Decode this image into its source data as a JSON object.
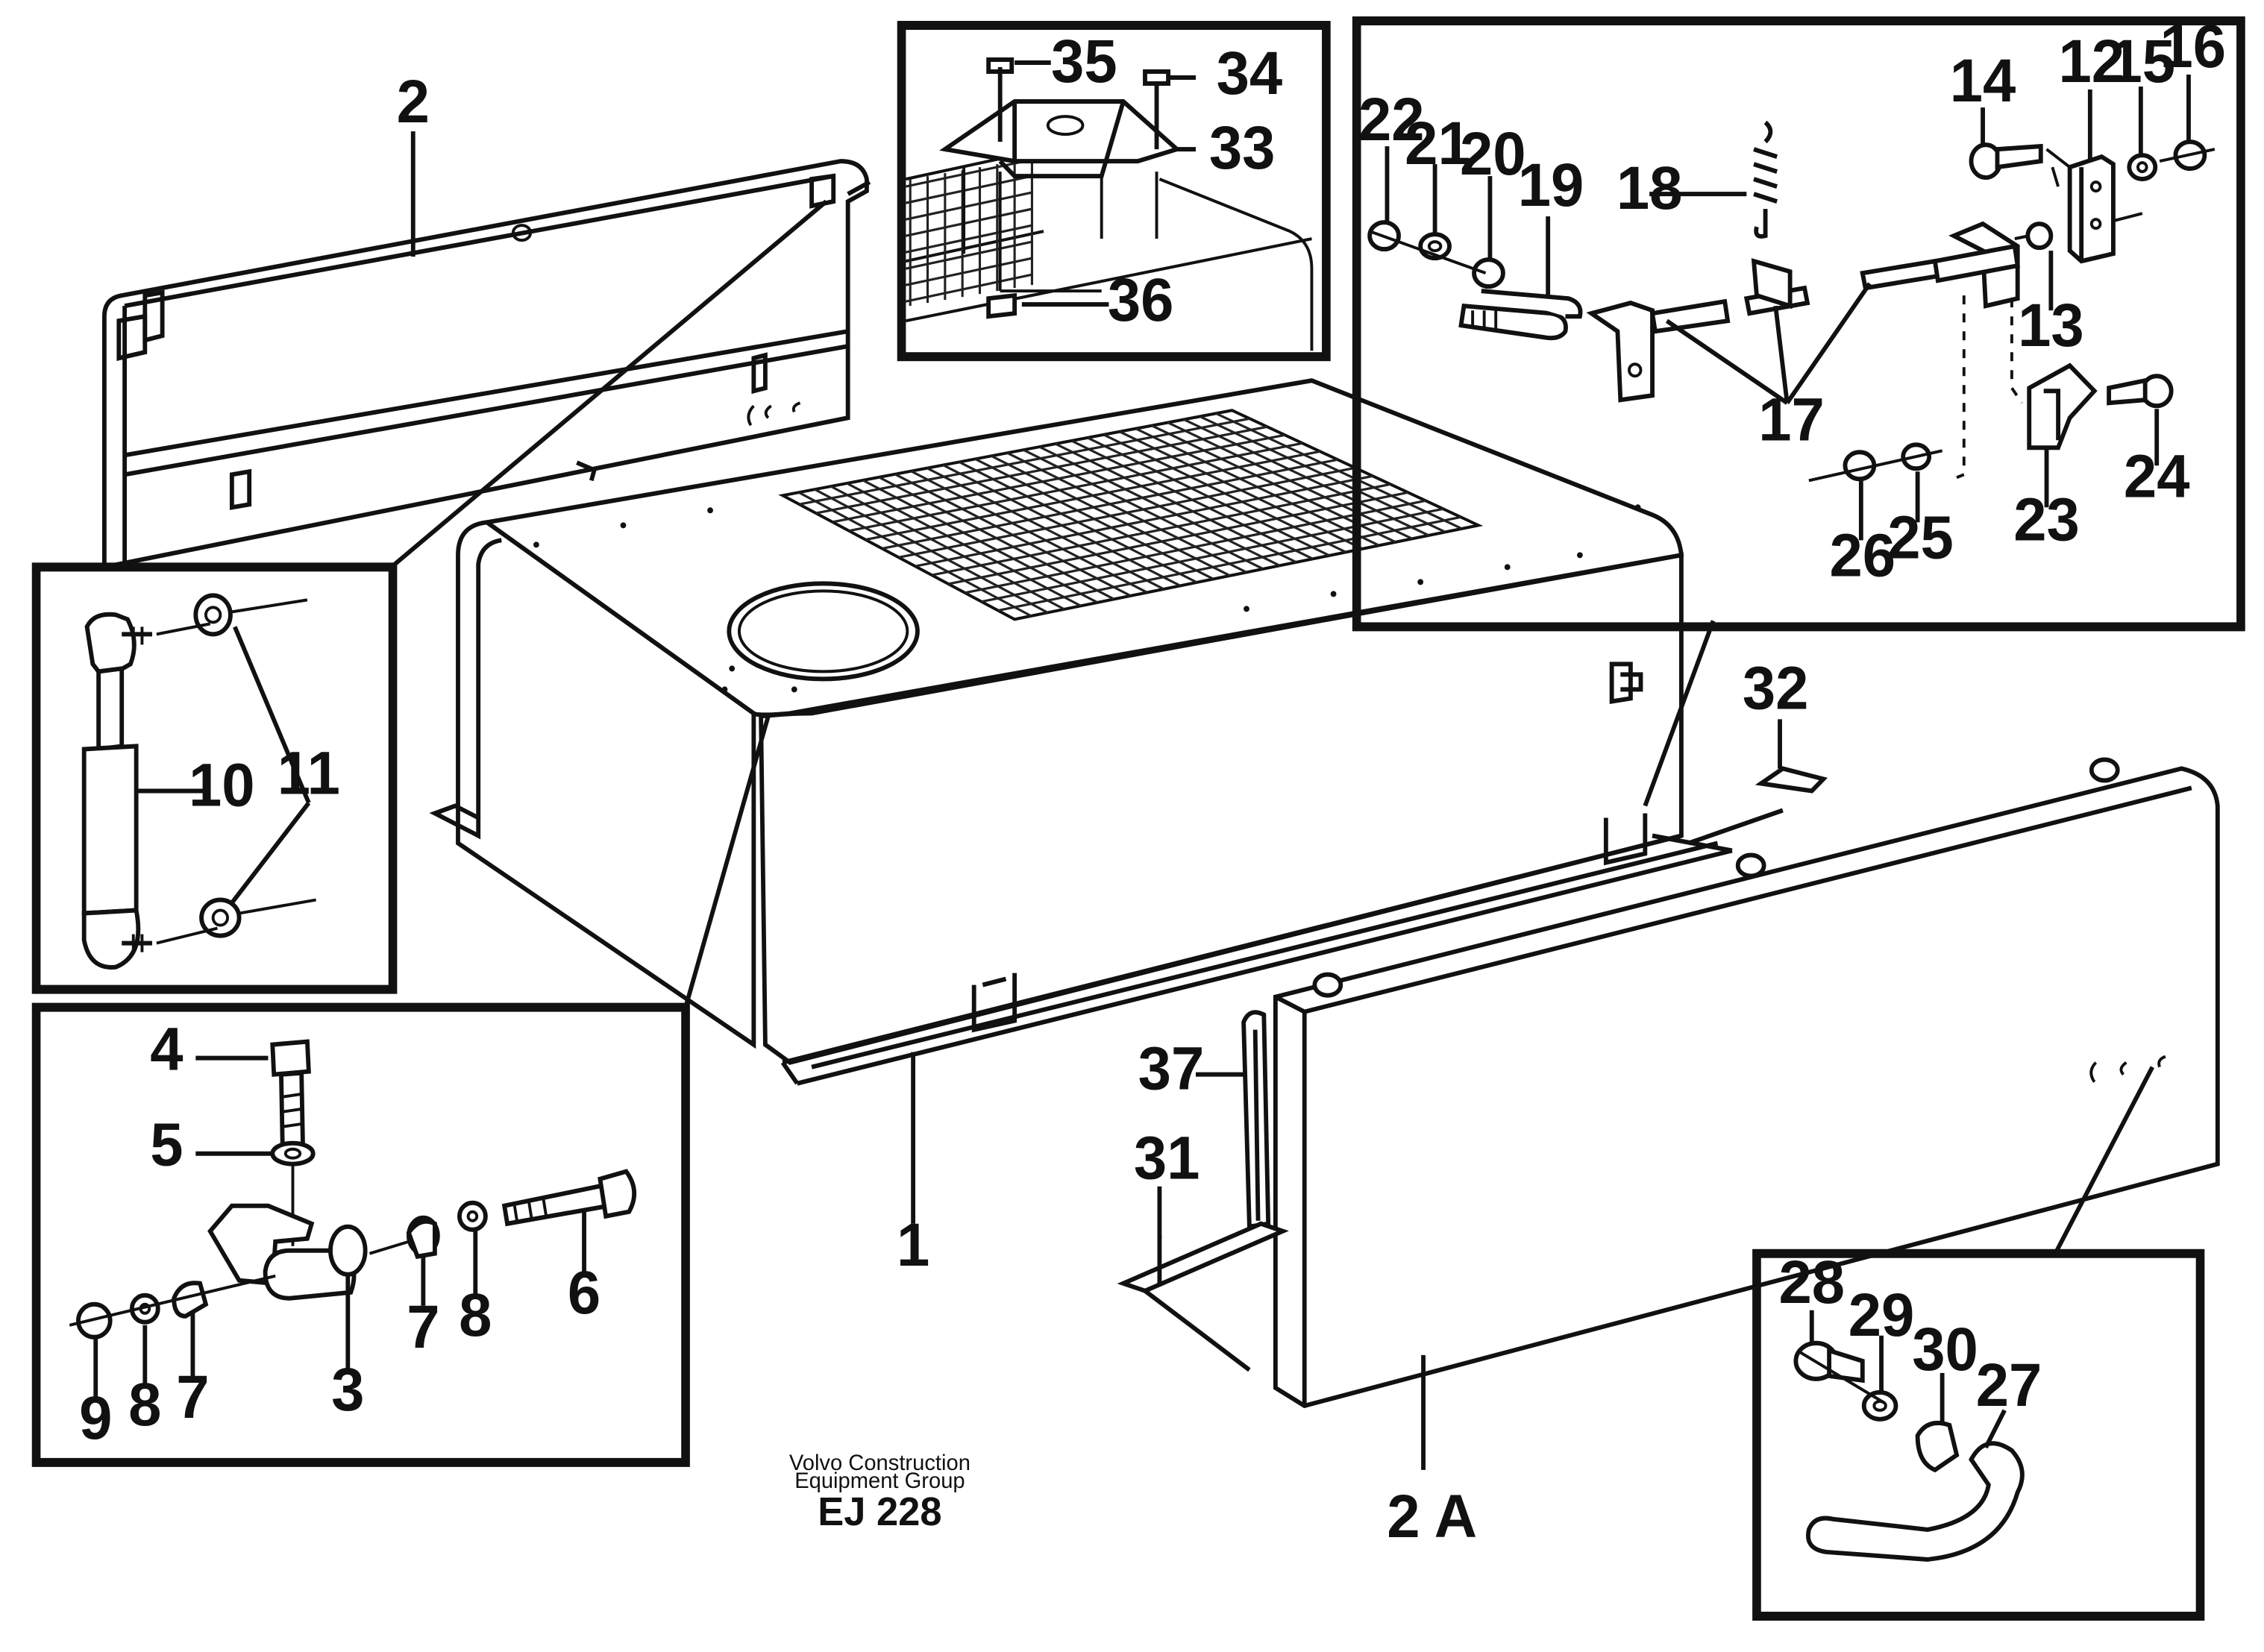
{
  "diagram": {
    "callouts": [
      "1",
      "2",
      "2 A",
      "3",
      "4",
      "5",
      "6",
      "7",
      "7",
      "8",
      "8",
      "9",
      "10",
      "11",
      "12",
      "13",
      "14",
      "15",
      "16",
      "17",
      "18",
      "19",
      "20",
      "21",
      "22",
      "23",
      "24",
      "25",
      "26",
      "27",
      "28",
      "29",
      "30",
      "31",
      "32",
      "33",
      "34",
      "35",
      "36",
      "37"
    ],
    "caption": {
      "line1": "Volvo Construction",
      "line2": "Equipment Group",
      "code": "EJ 228"
    },
    "colors": {
      "ink": "#111111",
      "paper": "#ffffff"
    }
  }
}
